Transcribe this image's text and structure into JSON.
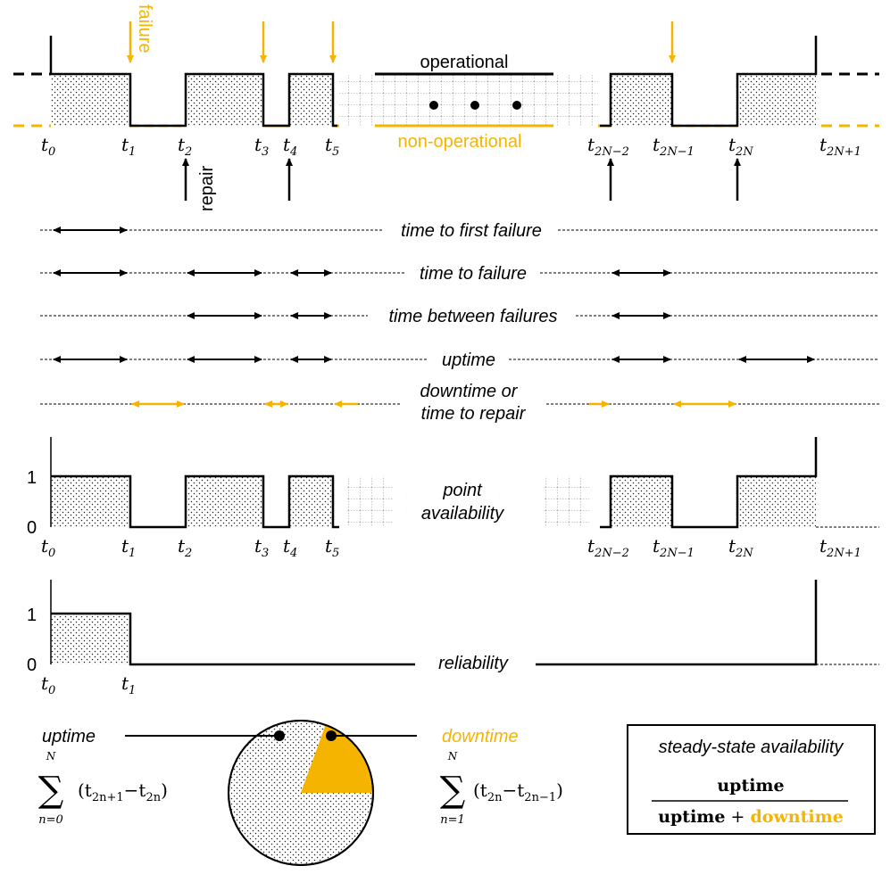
{
  "colors": {
    "downtime": "#f5b400",
    "uptime": "#000000"
  },
  "top_labels": {
    "failure": "failure",
    "repair": "repair",
    "operational": "operational",
    "non_operational": "non-operational"
  },
  "ticks": [
    {
      "base": "t",
      "sub": "0"
    },
    {
      "base": "t",
      "sub": "1"
    },
    {
      "base": "t",
      "sub": "2"
    },
    {
      "base": "t",
      "sub": "3"
    },
    {
      "base": "t",
      "sub": "4"
    },
    {
      "base": "t",
      "sub": "5"
    },
    {
      "base": "t",
      "sub": "2N−2"
    },
    {
      "base": "t",
      "sub": "2N−1"
    },
    {
      "base": "t",
      "sub": "2N"
    },
    {
      "base": "t",
      "sub": "2N+1"
    }
  ],
  "rows": {
    "first_failure": "time to first failure",
    "to_failure": "time to failure",
    "between_failures": "time between failures",
    "uptime": "uptime",
    "downtime_line1": "downtime or",
    "downtime_line2": "time to repair"
  },
  "availability": {
    "y_one": "1",
    "y_zero": "0",
    "label_line1": "point",
    "label_line2": "availability"
  },
  "reliability": {
    "y_one": "1",
    "y_zero": "0",
    "label": "reliability"
  },
  "pie": {
    "uptime_label": "uptime",
    "downtime_label": "downtime",
    "uptime_sum": {
      "sym": "∑",
      "upper": "N",
      "lower": "n=0",
      "term": "(t",
      "a_sub": "2n+1",
      "minus": "−t",
      "b_sub": "2n",
      "close": ")"
    },
    "downtime_sum": {
      "sym": "∑",
      "upper": "N",
      "lower": "n=1",
      "term": "(t",
      "a_sub": "2n",
      "minus": "−t",
      "b_sub": "2n−1",
      "close": ")"
    }
  },
  "steady_state": {
    "title": "steady-state availability",
    "numerator": "uptime",
    "den_uptime": "uptime",
    "den_plus": " + ",
    "den_downtime": "downtime"
  }
}
